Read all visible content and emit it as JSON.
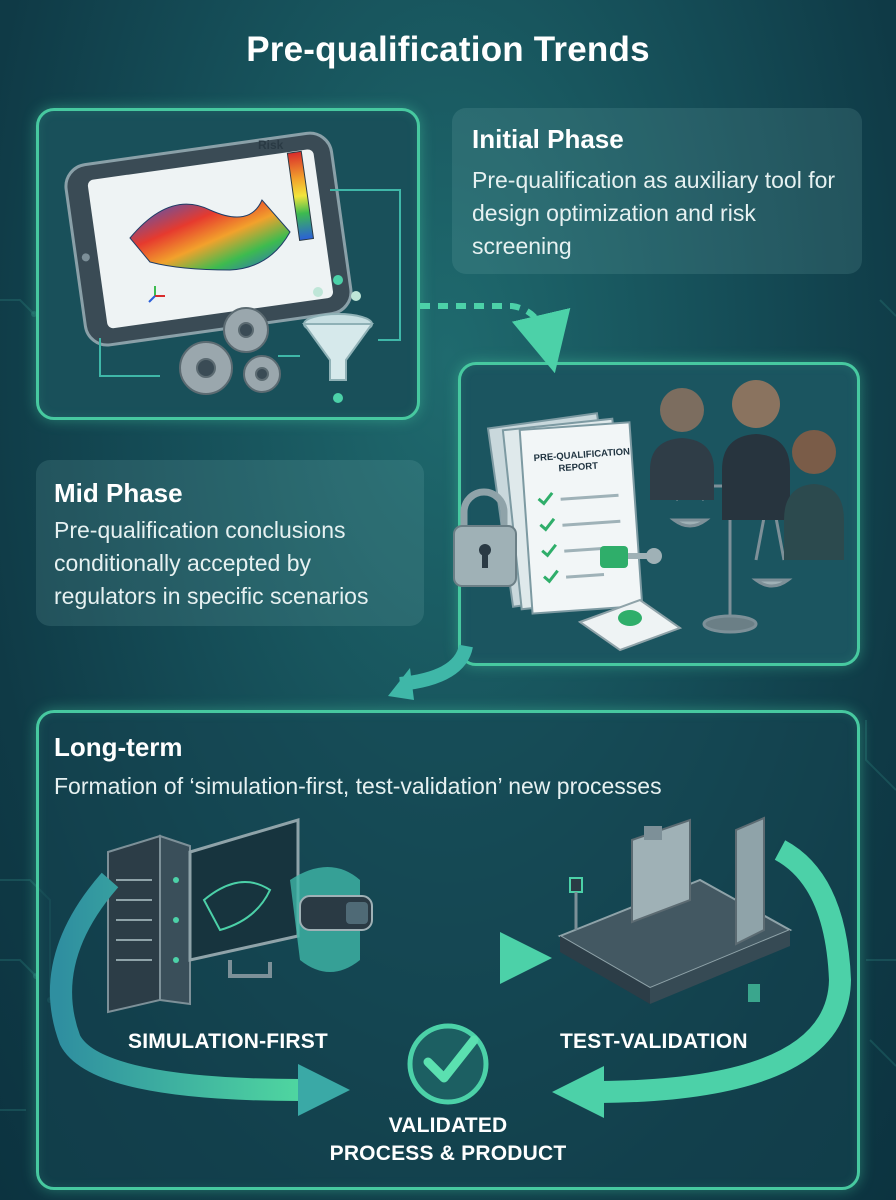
{
  "title": "Pre-qualification Trends",
  "initial_phase": {
    "heading": "Initial Phase",
    "description": "Pre-qualification as auxiliary tool for design optimization and risk screening"
  },
  "mid_phase": {
    "heading": "Mid Phase",
    "description": "Pre-qualification conclusions conditionally accepted by regulators in specific scenarios"
  },
  "long_term": {
    "heading": "Long-term",
    "description": "Formation of ‘simulation-first, test-validation’ new processes"
  },
  "illustration_text": {
    "risk_label": "Risk",
    "report_title_line1": "PRE-QUALIFICATION",
    "report_title_line2": "REPORT"
  },
  "cycle": {
    "simulation_label": "SIMULATION-FIRST",
    "test_label": "TEST-VALIDATION",
    "validated_label_line1": "VALIDATED",
    "validated_label_line2": "PROCESS & PRODUCT"
  },
  "icons": [
    "tablet-icon",
    "risk-heatmap-icon",
    "gear-icon",
    "funnel-icon",
    "report-icon",
    "padlock-icon",
    "key-icon",
    "scales-icon",
    "regulators-icon",
    "server-rack-icon",
    "monitor-icon",
    "vr-headset-icon",
    "test-rig-icon",
    "checkmark-icon"
  ],
  "colors": {
    "accent_green": "#47c9a0",
    "arrow_teal": "#3fb7a8",
    "background": "#154d57"
  }
}
